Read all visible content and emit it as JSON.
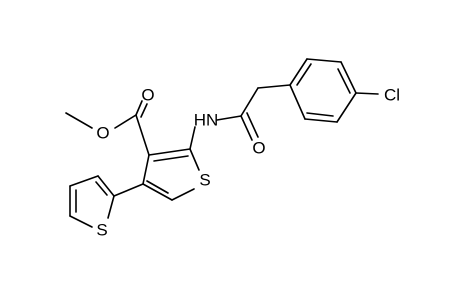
{
  "labels": {
    "o_methoxy": "O",
    "o_carbonyl_ester": "O",
    "nh": "HN",
    "o_amide": "O",
    "s_main": "S",
    "s_thienyl": "S",
    "cl": "Cl"
  },
  "colors": {
    "bond": "#000000",
    "text": "#000000",
    "background": "#ffffff"
  }
}
